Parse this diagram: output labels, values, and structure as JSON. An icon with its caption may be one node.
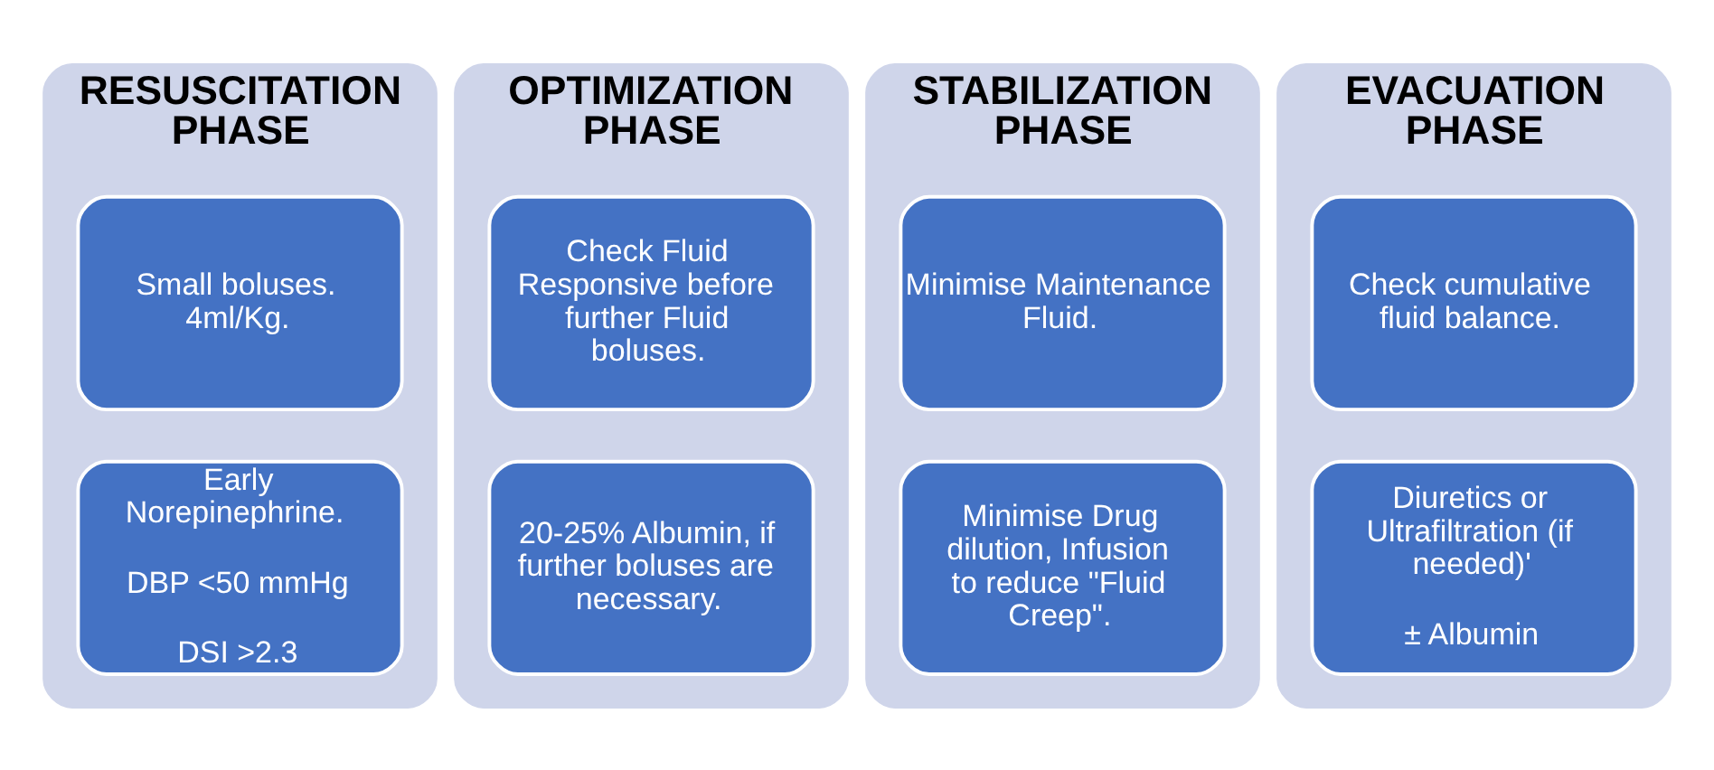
{
  "diagram": {
    "nodes": [
      {
        "text": [
          "RESUSCITATION PHASE"
        ]
      },
      {
        "text": [
          "Small boluses. 4ml/Kg."
        ],
        "in": 0
      },
      {
        "text": [
          "Early Norepinephrine.",
          "DBP <50 mmHg",
          "DSI >2.3"
        ],
        "in": 0
      },
      {
        "text": [
          "OPTIMIZATION PHASE"
        ]
      },
      {
        "text": [
          "Check Fluid Responsive before further Fluid boluses."
        ],
        "in": 3
      },
      {
        "text": [
          "20-25% Albumin, if further boluses are necessary."
        ],
        "in": 3
      },
      {
        "text": [
          "STABILIZATION PHASE"
        ]
      },
      {
        "text": [
          "Minimise Maintenance Fluid."
        ],
        "in": 6
      },
      {
        "text": [
          "Minimise Drug dilution, Infusion to reduce \"Fluid Creep\"."
        ],
        "in": 6
      },
      {
        "text": [
          "EVACUATION PHASE"
        ]
      },
      {
        "text": [
          "Check cumulative fluid balance."
        ],
        "in": 9
      },
      {
        "text": [
          "Diuretics or Ultrafiltration (if needed)'",
          "± Albumin"
        ],
        "in": 9
      }
    ]
  }
}
